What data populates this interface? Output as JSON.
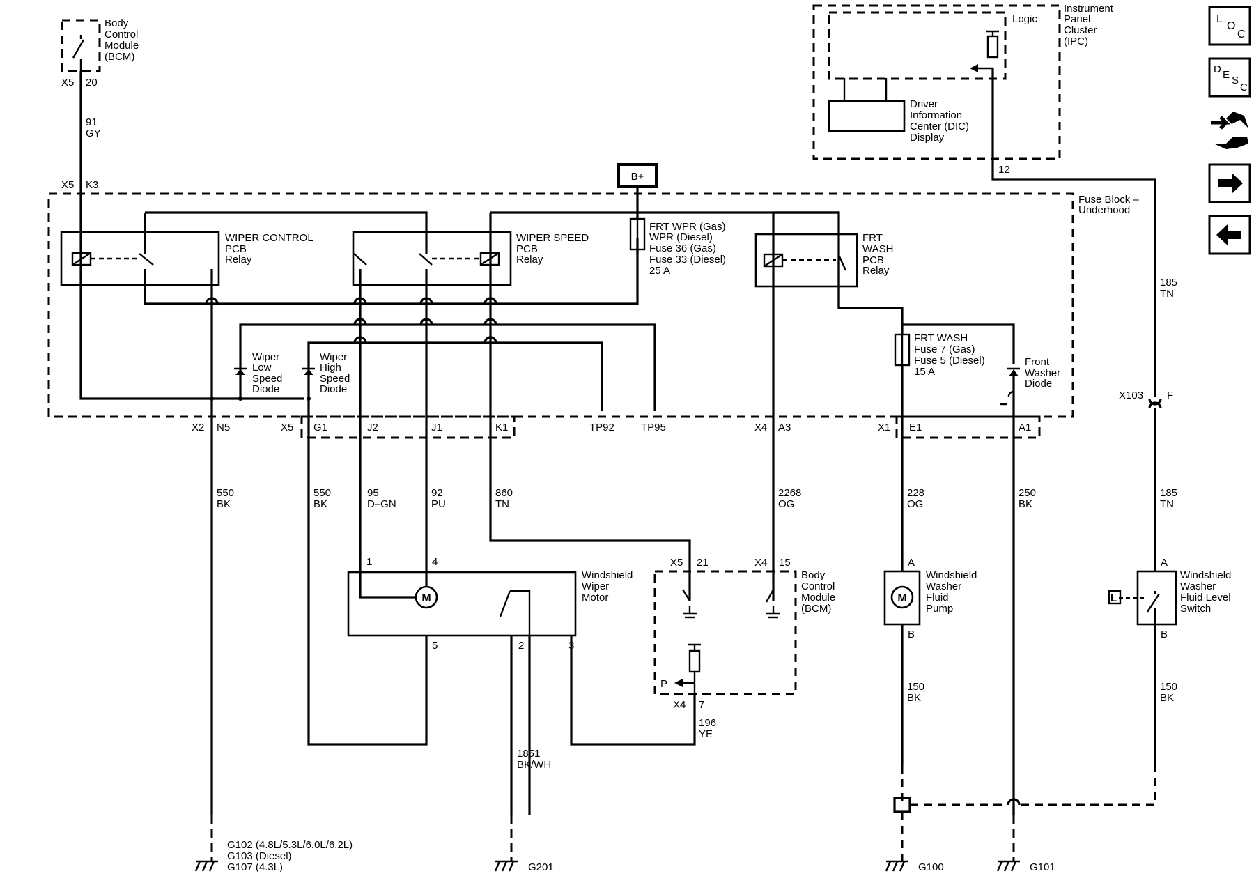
{
  "labels": {
    "bcm_top": [
      "Body",
      "Control",
      "Module",
      "(BCM)"
    ],
    "bcm_top_conn": "X5",
    "bcm_top_pin": "20",
    "wire_91": [
      "91",
      "GY"
    ],
    "fb_conn_x5": "X5",
    "fb_pin_k3": "K3",
    "bplus": "B+",
    "fuse_block": [
      "Fuse Block –",
      "Underhood"
    ],
    "ipc": [
      "Instrument",
      "Panel",
      "Cluster",
      "(IPC)"
    ],
    "logic": "Logic",
    "dic": [
      "Driver",
      "Information",
      "Center (DIC)",
      "Display"
    ],
    "ipc_pin_12": "12",
    "wiper_control_relay": [
      "WIPER CONTROL",
      "PCB",
      "Relay"
    ],
    "wiper_speed_relay": [
      "WIPER SPEED",
      "PCB",
      "Relay"
    ],
    "frt_wpr_fuse": [
      "FRT WPR (Gas)",
      "WPR (Diesel)",
      "Fuse 36 (Gas)",
      "Fuse 33 (Diesel)",
      "25 A"
    ],
    "frt_wash_relay": [
      "FRT",
      "WASH",
      "PCB",
      "Relay"
    ],
    "frt_wash_fuse": [
      "FRT WASH",
      "Fuse 7 (Gas)",
      "Fuse 5 (Diesel)",
      "15 A"
    ],
    "front_washer_diode": [
      "Front",
      "Washer",
      "Diode"
    ],
    "low_diode": [
      "Wiper",
      "Low",
      "Speed",
      "Diode"
    ],
    "high_diode": [
      "Wiper",
      "High",
      "Speed",
      "Diode"
    ],
    "wire_185_top": [
      "185",
      "TN"
    ],
    "x103": "X103",
    "x103_pin": "F",
    "conn": {
      "x2": "X2",
      "n5": "N5",
      "x5": "X5",
      "g1": "G1",
      "j2": "J2",
      "j1": "J1",
      "k1": "K1",
      "tp92": "TP92",
      "tp95": "TP95",
      "x4": "X4",
      "a3": "A3",
      "x1": "X1",
      "e1": "E1",
      "a1": "A1"
    },
    "wire_550a": [
      "550",
      "BK"
    ],
    "wire_550b": [
      "550",
      "BK"
    ],
    "wire_95": [
      "95",
      "D–GN"
    ],
    "wire_92": [
      "92",
      "PU"
    ],
    "wire_860": [
      "860",
      "TN"
    ],
    "wire_2268": [
      "2268",
      "OG"
    ],
    "wire_228": [
      "228",
      "OG"
    ],
    "wire_250": [
      "250",
      "BK"
    ],
    "wire_185_bot": [
      "185",
      "TN"
    ],
    "motor_pins": {
      "p1": "1",
      "p4": "4",
      "p5": "5",
      "p2": "2",
      "p3": "3"
    },
    "motor_symbol": "M",
    "wiper_motor": [
      "Windshield",
      "Wiper",
      "Motor"
    ],
    "bcm_bot_x5": "X5",
    "bcm_bot_21": "21",
    "bcm_bot_x4": "X4",
    "bcm_bot_15": "15",
    "bcm_bot": [
      "Body",
      "Control",
      "Module",
      "(BCM)"
    ],
    "bcm_p": "P",
    "bcm_bot_x4b": "X4",
    "bcm_bot_7": "7",
    "wire_196": [
      "196",
      "YE"
    ],
    "wire_1851": [
      "1851",
      "BK/WH"
    ],
    "pump_a": "A",
    "pump_b": "B",
    "pump": [
      "Windshield",
      "Washer",
      "Fluid",
      "Pump"
    ],
    "switch_a": "A",
    "switch_b": "B",
    "switch_l": "L",
    "level_switch": [
      "Windshield",
      "Washer",
      "Fluid Level",
      "Switch"
    ],
    "wire_150a": [
      "150",
      "BK"
    ],
    "wire_150b": [
      "150",
      "BK"
    ],
    "g102": [
      "G102 (4.8L/5.3L/6.0L/6.2L)",
      "G103 (Diesel)",
      "G107 (4.3L)"
    ],
    "g201": "G201",
    "g100": "G100",
    "g101": "G101"
  },
  "nav": {
    "loc": [
      "L",
      "O",
      "C"
    ],
    "desc": [
      "D",
      "E",
      "S",
      "C"
    ],
    "forward_icon": "arrow-right-icon",
    "back_icon": "arrow-left-icon",
    "connector_icon": "connector-tools-icon"
  }
}
